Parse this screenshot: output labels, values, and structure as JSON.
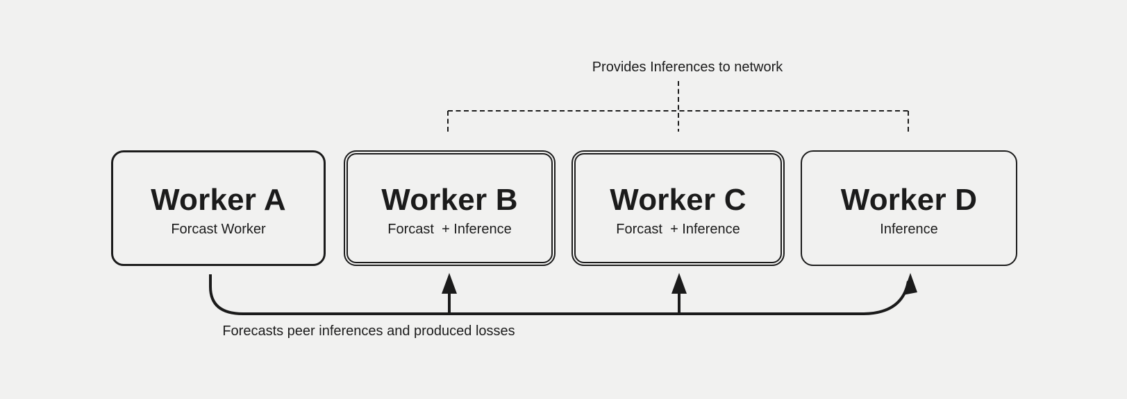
{
  "canvas": {
    "background_color": "#f1f1f0",
    "line_color": "#1b1b1b"
  },
  "top_annotation": {
    "label": "Provides Inferences to network"
  },
  "bottom_annotation": {
    "label": "Forecasts peer inferences and produced losses"
  },
  "workers": [
    {
      "id": "A",
      "title": "Worker A",
      "subtitle": "Forcast Worker",
      "border_style": "single-thick"
    },
    {
      "id": "B",
      "title": "Worker B",
      "subtitle": "Forcast  + Inference",
      "border_style": "double"
    },
    {
      "id": "C",
      "title": "Worker C",
      "subtitle": "Forcast  + Inference",
      "border_style": "double"
    },
    {
      "id": "D",
      "title": "Worker D",
      "subtitle": "Inference",
      "border_style": "single-thin"
    }
  ]
}
